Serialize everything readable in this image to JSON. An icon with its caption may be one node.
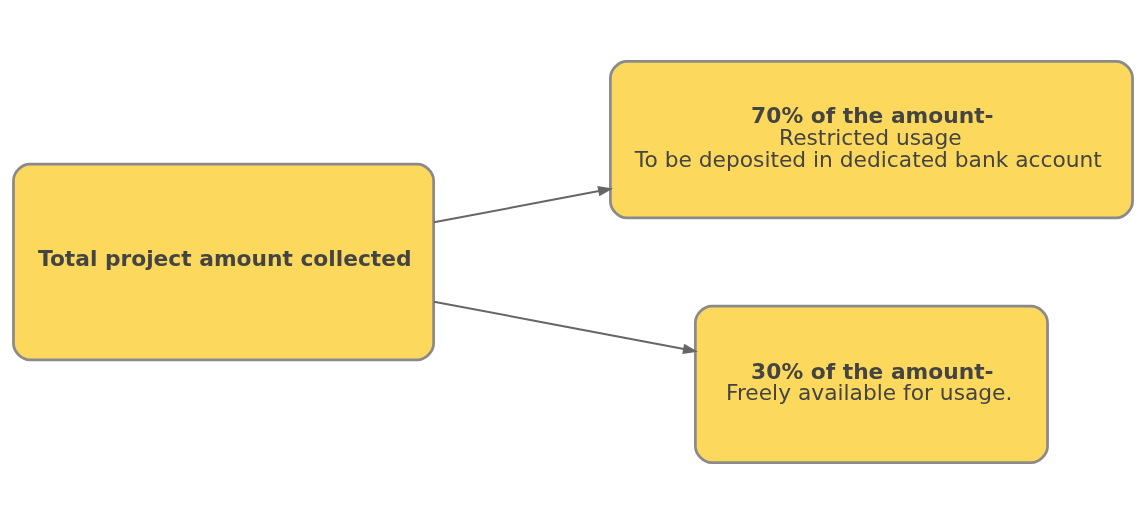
{
  "diagram": {
    "nodes": [
      {
        "text": [
          "Total project amount collected"
        ]
      },
      {
        "text": [
          "70% of the amount-",
          "Restricted usage",
          "To be deposited in dedicated bank account"
        ]
      },
      {
        "text": [
          "30% of the amount-",
          "Freely available for usage."
        ]
      }
    ],
    "edges": [
      {
        "from": 0,
        "to": 1,
        "arrow": "to"
      },
      {
        "from": 0,
        "to": 2,
        "arrow": "to"
      }
    ]
  }
}
